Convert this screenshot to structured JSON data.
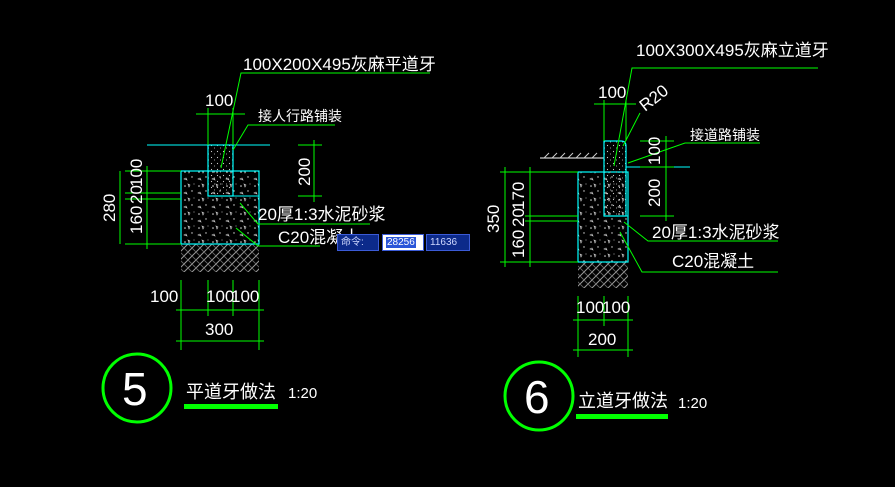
{
  "detail5": {
    "number": "5",
    "title": "平道牙做法",
    "scale": "1:20",
    "curb_label": "100X200X495灰麻平道牙",
    "paving_label": "接人行路铺装",
    "mortar_label": "20厚1:3水泥砂浆",
    "concrete_label": "C20混凝土",
    "dim_top": "100",
    "dim_right": "200",
    "dim_left_total": "280",
    "dim_left_a": "160",
    "dim_left_b": "20",
    "dim_left_c": "100",
    "dim_bottom_a": "100",
    "dim_bottom_b": "100",
    "dim_bottom_c": "100",
    "dim_bottom_total": "300"
  },
  "detail6": {
    "number": "6",
    "title": "立道牙做法",
    "scale": "1:20",
    "curb_label": "100X300X495灰麻立道牙",
    "radius_label": "R20",
    "paving_label": "接道路铺装",
    "mortar_label": "20厚1:3水泥砂浆",
    "concrete_label": "C20混凝土",
    "dim_top": "100",
    "dim_right_a": "100",
    "dim_right_b": "200",
    "dim_left_total": "350",
    "dim_left_a": "160",
    "dim_left_b": "20",
    "dim_left_c": "170",
    "dim_bottom_a": "100",
    "dim_bottom_b": "100",
    "dim_bottom_total": "200"
  },
  "command": {
    "label": "命令:",
    "x_value": "28256",
    "y_value": "11636"
  },
  "colors": {
    "background": "#000000",
    "green": "#00ff00",
    "cyan": "#00ffff",
    "white": "#ffffff",
    "hatch": "#bbbbbb"
  }
}
